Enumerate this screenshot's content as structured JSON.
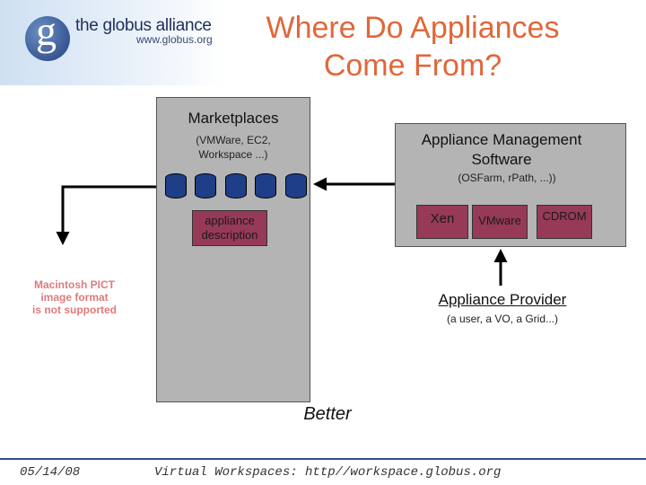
{
  "logo": {
    "name": "the globus alliance",
    "url": "www.globus.org"
  },
  "title": {
    "line1": "Where Do Appliances",
    "line2": "Come From?"
  },
  "marketplaces": {
    "title": "Marketplaces",
    "sub_line1": "(VMWare, EC2,",
    "sub_line2": "Workspace ...)"
  },
  "appliance_description": {
    "line1": "appliance",
    "line2": "description"
  },
  "appliance_management": {
    "title_line1": "Appliance Management",
    "title_line2": "Software",
    "sub": "(OSFarm, rPath, ...))",
    "items": [
      "Xen",
      "VMware",
      "CDROM"
    ]
  },
  "appliance_provider": {
    "title": "Appliance Provider",
    "sub": "(a user, a VO, a Grid...)"
  },
  "placeholder": {
    "line1": "Macintosh PICT",
    "line2": "image format",
    "line3": "is not supported"
  },
  "caption": "Better",
  "footer": {
    "date": "05/14/08",
    "center": "Virtual Workspaces: http//workspace.globus.org"
  },
  "colors": {
    "title": "#e0673a",
    "gray_box": "#b4b4b4",
    "cylinder": "#1e3f88",
    "purple_box": "#963a58",
    "footer_rule": "#2a4d8a"
  }
}
